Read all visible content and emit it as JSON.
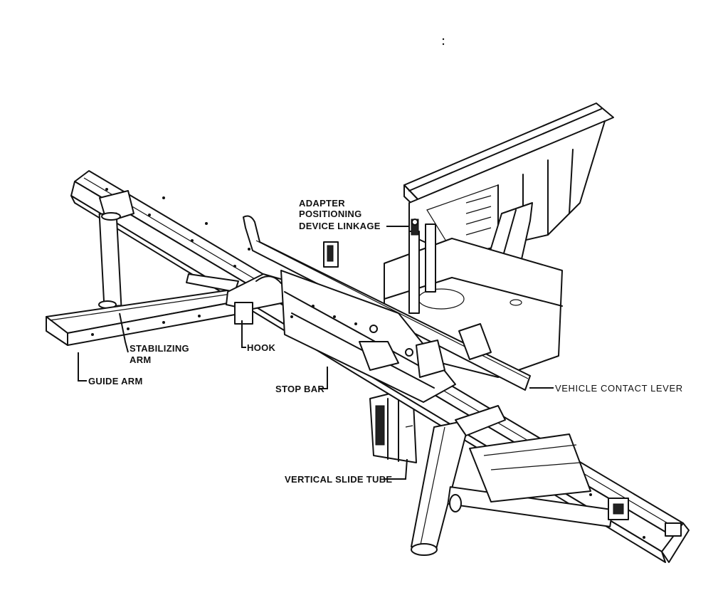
{
  "labels": {
    "adapter_positioning": [
      "ADAPTER",
      "POSITIONING",
      "DEVICE LINKAGE"
    ],
    "stabilizing_arm": [
      "STABILIZING",
      "ARM"
    ],
    "hook": "HOOK",
    "guide_arm": "GUIDE ARM",
    "stop_bar": "STOP BAR",
    "vehicle_contact_lever": "VEHICLE CONTACT LEVER",
    "vertical_slide_tube": "VERTICAL SLIDE TUBE"
  }
}
